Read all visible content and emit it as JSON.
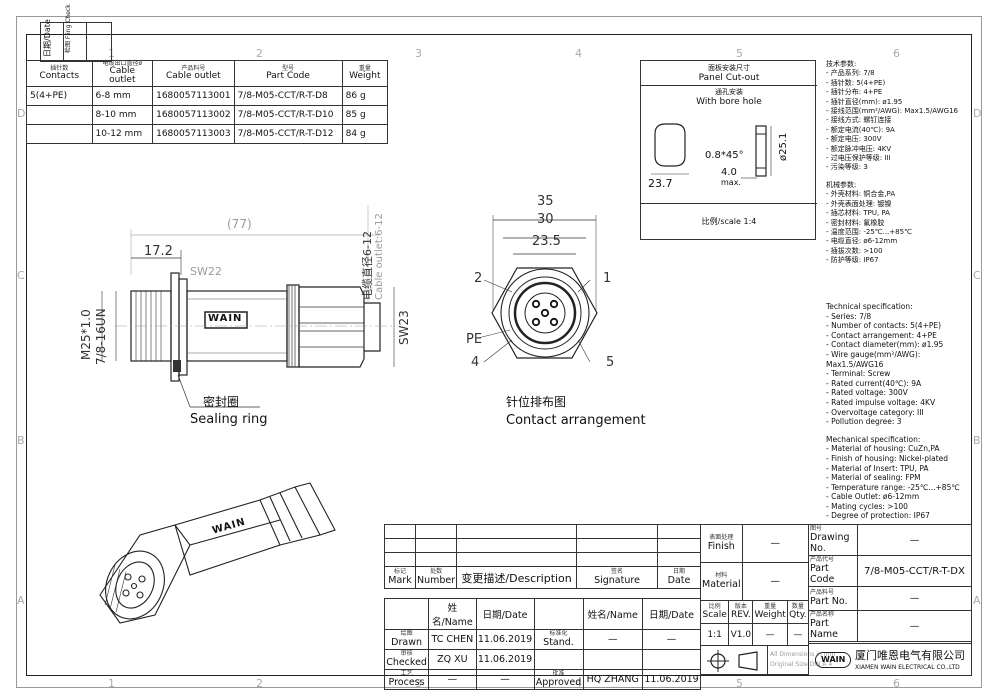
{
  "revision_box": {
    "date_label": "日期/Date",
    "check_label": "检图 Fling Check"
  },
  "zone_numbers": [
    "1",
    "2",
    "3",
    "4",
    "5",
    "6"
  ],
  "zone_letters": [
    "D",
    "C",
    "B",
    "A"
  ],
  "spec_table": {
    "headers": [
      {
        "cn": "插针数",
        "en": "Contacts"
      },
      {
        "cn": "电缆出口直径ø",
        "en": "Cable outlet"
      },
      {
        "cn": "产品料号",
        "en": "Cable outlet"
      },
      {
        "cn": "型号",
        "en": "Part Code"
      },
      {
        "cn": "重量",
        "en": "Weight"
      }
    ],
    "contacts": "5(4+PE)",
    "rows": [
      {
        "outlet": "6-8 mm",
        "code": "1680057113001",
        "part": "7/8-M05-CCT/R-T-D8",
        "weight": "86 g"
      },
      {
        "outlet": "8-10 mm",
        "code": "1680057113002",
        "part": "7/8-M05-CCT/R-T-D10",
        "weight": "85 g"
      },
      {
        "outlet": "10-12 mm",
        "code": "1680057113003",
        "part": "7/8-M05-CCT/R-T-D12",
        "weight": "84 g"
      }
    ]
  },
  "panel": {
    "title_cn": "面板安装尺寸",
    "title_en": "Panel Cut-out",
    "sub_cn": "通孔安装",
    "sub_en": "With bore hole",
    "dim_width": "23.7",
    "dim_chamfer": "0.8*45°",
    "dim_thick": "4.0",
    "dim_thick_note": "max.",
    "dim_dia": "ø25.1",
    "scale": "比例/scale 1:4"
  },
  "tech_cn": {
    "title": "技术参数:",
    "lines": [
      "- 产品系列: 7/8",
      "- 插针数: 5(4+PE)",
      "- 插针分布: 4+PE",
      "- 插针直径(mm): ø1.95",
      "- 接线范围(mm²/AWG): Max1.5/AWG16",
      "- 接线方式: 螺钉连接",
      "- 额定电流(40℃): 9A",
      "- 额定电压: 300V",
      "- 额定脉冲电压: 4KV",
      "- 过电压保护等级: III",
      "- 污染等级: 3"
    ],
    "mech_title": "机械参数:",
    "mech_lines": [
      "- 外壳材料: 铜合金,PA",
      "- 外壳表面处理: 镀镍",
      "- 插芯材料: TPU, PA",
      "- 密封材料: 氟橡胶",
      "- 温度范围: -25℃...+85℃",
      "- 电缆直径: ø6-12mm",
      "- 插拔次数: >100",
      "- 防护等级: IP67"
    ]
  },
  "tech_en": {
    "title": "Technical specification:",
    "lines": [
      "- Series: 7/8",
      "- Number of contacts: 5(4+PE)",
      "- Contact arrangement: 4+PE",
      "- Contact diameter(mm): ø1.95",
      "- Wire gauge(mm²/AWG): Max1.5/AWG16",
      "- Terminal: Screw",
      "- Rated current(40℃): 9A",
      "- Rated voltage: 300V",
      "- Rated impulse voltage: 4KV",
      "- Overvoltage category: III",
      "- Pollution degree: 3"
    ],
    "mech_title": "Mechanical specification:",
    "mech_lines": [
      "- Material of housing: CuZn,PA",
      "- Finish of housing: Nickel-plated",
      "- Material of Insert: TPU, PA",
      "- Material of sealing: FPM",
      "- Temperature range: -25℃...+85℃",
      "- Cable Outlet: ø6-12mm",
      "- Mating cycles: >100",
      "- Degree of protection: IP67"
    ]
  },
  "side_view": {
    "dim_total": "(77)",
    "dim_17": "17.2",
    "dim_sw22": "SW22",
    "dim_m25": "M25*1.0",
    "dim_thread": "7/8-16UN",
    "dim_sw23": "SW23",
    "cable_cn": "电缆直径6-12",
    "cable_cn2": "Cable outlet:6-12",
    "brand": "WAIN",
    "seal_cn": "密封圈",
    "seal_en": "Sealing ring"
  },
  "front_view": {
    "d35": "35",
    "d30": "30",
    "d235": "23.5",
    "p1": "1",
    "p2": "2",
    "p4": "4",
    "p5": "5",
    "pe": "PE",
    "title_cn": "针位排布图",
    "title_en": "Contact arrangement"
  },
  "iso_brand": "WAIN",
  "title_block": {
    "mark_cn": "标记",
    "mark_en": "Mark",
    "number_cn": "处数",
    "number_en": "Number",
    "desc": "变更描述/Description",
    "sig_cn": "签名",
    "sig_en": "Signature",
    "date_cn": "日期",
    "date_en": "Date",
    "name_col": "姓名/Name",
    "date_col": "日期/Date",
    "name_col2": "姓名/Name",
    "date_col2": "日期/Date",
    "drawn_cn": "绘图",
    "drawn_en": "Drawn",
    "drawn_name": "TC CHEN",
    "drawn_date": "11.06.2019",
    "stand_cn": "标准化",
    "stand_en": "Stand.",
    "stand_name": "—",
    "stand_date": "—",
    "checked_cn": "审核",
    "checked_en": "Checked",
    "checked_name": "ZQ XU",
    "checked_date": "11.06.2019",
    "process_cn": "工艺",
    "process_en": "Process",
    "process_name": "—",
    "process_date": "—",
    "approved_cn": "批准",
    "approved_en": "Approved",
    "approved_name": "HQ ZHANG",
    "approved_date": "11.06.2019",
    "finish_cn": "表面处理",
    "finish_en": "Finish",
    "finish_val": "—",
    "material_cn": "材料",
    "material_en": "Material",
    "material_val": "—",
    "scale_cn": "比例",
    "scale_en": "Scale",
    "scale_val": "1:1",
    "rev_cn": "版本",
    "rev_en": "REV.",
    "rev_val": "V1.0",
    "weight_cn": "重量",
    "weight_en": "Weight",
    "weight_val": "—",
    "qty_cn": "数量",
    "qty_en": "Qty.",
    "qty_val": "—",
    "dims_note1": "All Dimensions in mm",
    "dims_note2": "Original Size DIN A 4",
    "drawing_no_cn": "图号",
    "drawing_no_en": "Drawing No.",
    "drawing_no_val": "—",
    "part_code_cn": "产品代号",
    "part_code_en": "Part Code",
    "part_code_val": "7/8-M05-CCT/R-T-DX",
    "part_no_cn": "产品料号",
    "part_no_en": "Part No.",
    "part_no_val": "—",
    "part_name_cn": "产品名称",
    "part_name_en": "Part Name",
    "part_name_val": "—",
    "company_cn": "厦门唯恩电气有限公司",
    "company_en": "XIAMEN WAIN ELECTRICAL CO.,LTD",
    "logo": "WAIN"
  }
}
